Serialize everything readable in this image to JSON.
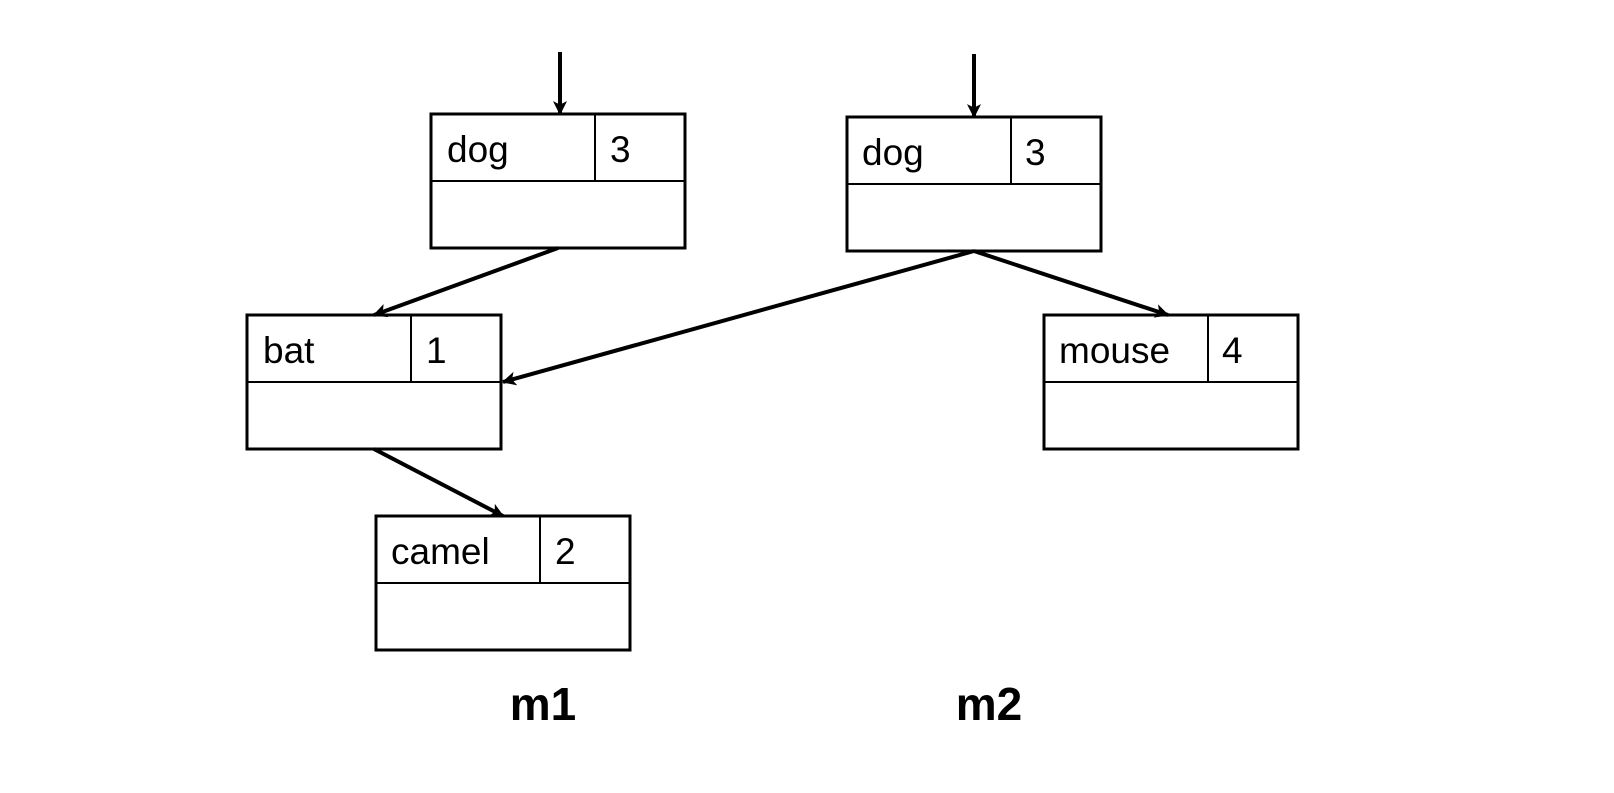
{
  "maps": [
    {
      "label": "m1",
      "nodes": [
        {
          "key": "dog",
          "value": "3"
        },
        {
          "key": "bat",
          "value": "1"
        },
        {
          "key": "camel",
          "value": "2"
        }
      ]
    },
    {
      "label": "m2",
      "nodes": [
        {
          "key": "dog",
          "value": "3"
        },
        {
          "key": "mouse",
          "value": "4"
        }
      ]
    }
  ]
}
